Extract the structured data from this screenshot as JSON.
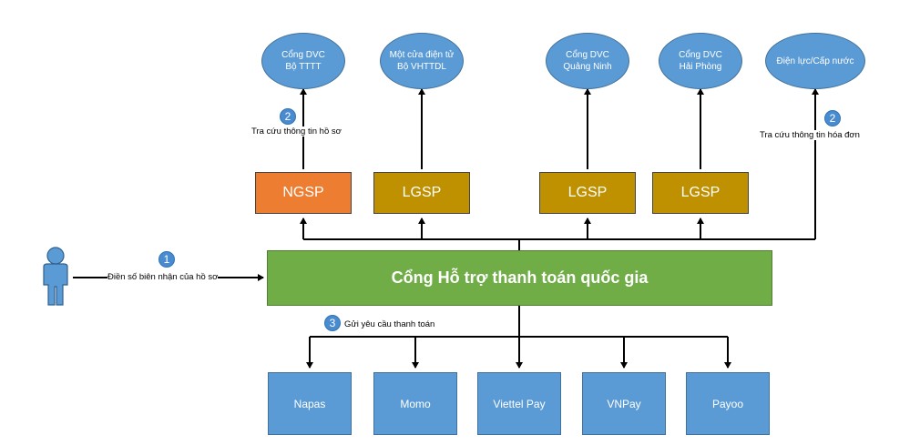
{
  "targets": [
    {
      "label": "Cổng DVC\nBộ TTTT"
    },
    {
      "label": "Một cửa điện tử\nBộ VHTTDL"
    },
    {
      "label": "Cổng DVC\nQuảng Ninh"
    },
    {
      "label": "Cổng DVC\nHải Phòng"
    },
    {
      "label": "Điện lực/Cấp nước"
    }
  ],
  "gateways": [
    {
      "label": "NGSP",
      "color": "#ed7d31"
    },
    {
      "label": "LGSP",
      "color": "#bf9000"
    },
    {
      "label": "LGSP",
      "color": "#bf9000"
    },
    {
      "label": "LGSP",
      "color": "#bf9000"
    }
  ],
  "portal": {
    "label": "Cổng Hỗ trợ thanh toán  quốc gia",
    "color": "#70ad47"
  },
  "payments": [
    {
      "label": "Napas"
    },
    {
      "label": "Momo"
    },
    {
      "label": "Viettel Pay"
    },
    {
      "label": "VNPay"
    },
    {
      "label": "Payoo"
    }
  ],
  "steps": {
    "step1": {
      "number": "1",
      "label": "Điền số biên nhận của hồ sơ"
    },
    "step2_left": {
      "number": "2",
      "label": "Tra cứu thông tin hồ sơ"
    },
    "step2_right": {
      "number": "2",
      "label": "Tra cứu thông tin hóa đơn"
    },
    "step3": {
      "number": "3",
      "label": "Gửi yêu cầu thanh toán"
    }
  },
  "icons": {
    "user": "person-icon"
  },
  "colors": {
    "ellipse": "#5b9bd5",
    "payment": "#5b9bd5",
    "badge": "#4a8bd0"
  }
}
